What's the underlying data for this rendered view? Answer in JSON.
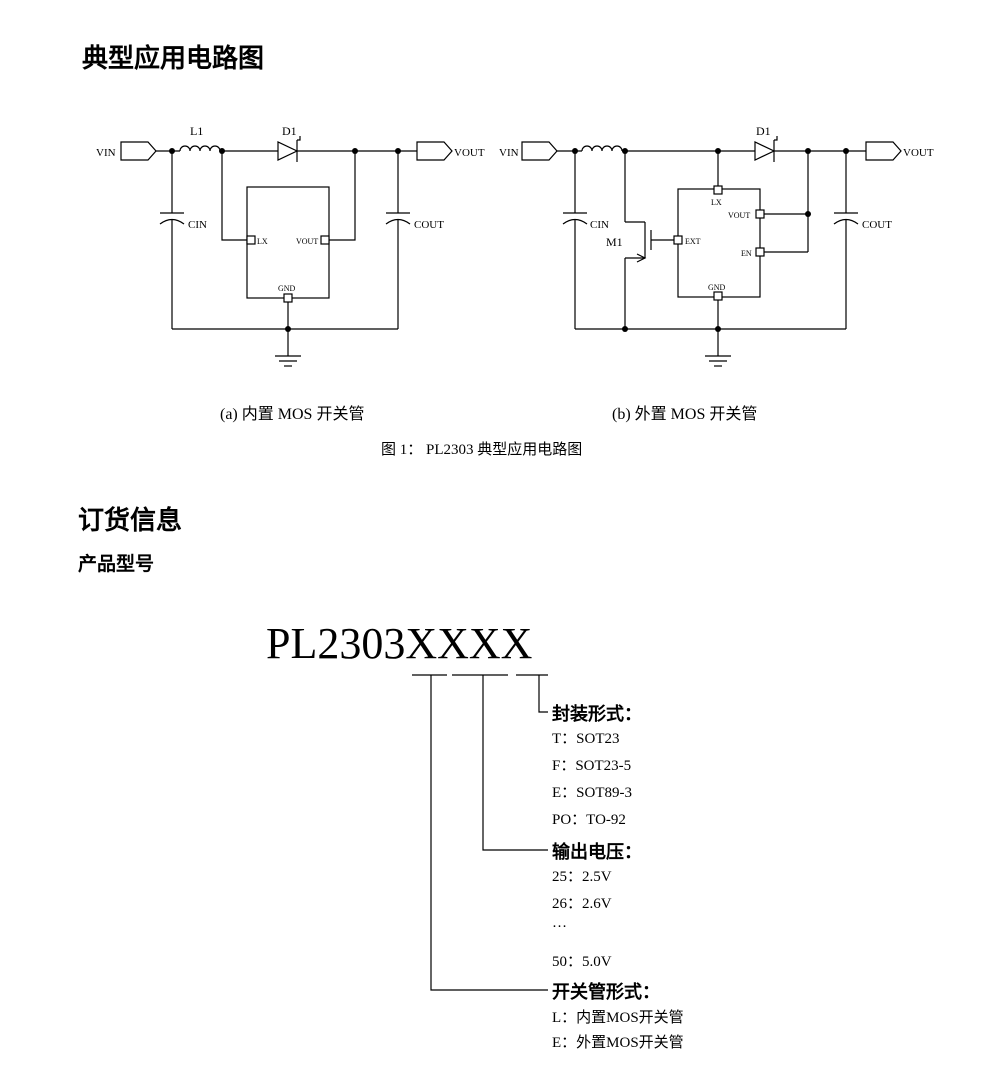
{
  "section1": {
    "title": "典型应用电路图"
  },
  "circuit_a": {
    "vin": "VIN",
    "vout": "VOUT",
    "inductor": "L1",
    "diode": "D1",
    "cin": "CIN",
    "cout": "COUT",
    "pins": {
      "lx": "LX",
      "vout": "VOUT",
      "gnd": "GND"
    },
    "caption": "(a) 内置 MOS 开关管"
  },
  "circuit_b": {
    "vin": "VIN",
    "vout": "VOUT",
    "diode": "D1",
    "mosfet": "M1",
    "cin": "CIN",
    "cout": "COUT",
    "pins": {
      "lx": "LX",
      "vout": "VOUT",
      "en": "EN",
      "ext": "EXT",
      "gnd": "GND"
    },
    "caption": "(b) 外置 MOS 开关管"
  },
  "figure_caption": "图 1： PL2303 典型应用电路图",
  "section2": {
    "title": "订货信息",
    "subtitle": "产品型号"
  },
  "part_number": {
    "base": "PL2303",
    "suffix": "XXXX"
  },
  "groups": {
    "package": {
      "title": "封装形式：",
      "options": [
        "T：SOT23",
        "F：SOT23-5",
        "E：SOT89-3",
        "PO：TO-92"
      ]
    },
    "voltage": {
      "title": "输出电压：",
      "options": [
        "25：2.5V",
        "26：2.6V",
        "…",
        "50：5.0V"
      ]
    },
    "switch": {
      "title": "开关管形式：",
      "options": [
        "L：内置MOS开关管",
        "E：外置MOS开关管"
      ]
    }
  }
}
